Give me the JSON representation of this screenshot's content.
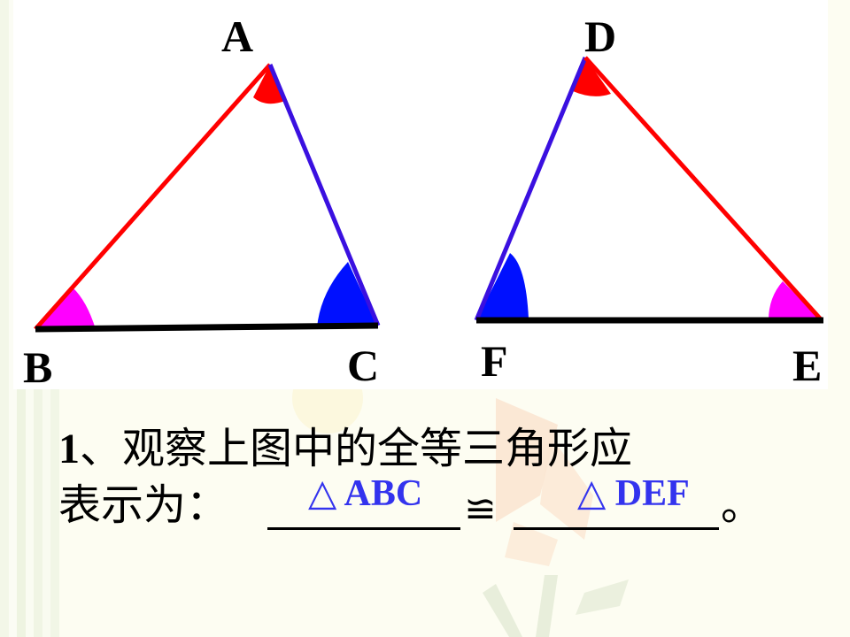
{
  "slide": {
    "background_color": "#fdfdf2",
    "figure": {
      "triangle_abc": {
        "vertices": {
          "A": "A",
          "B": "B",
          "C": "C"
        },
        "sides": {
          "AB_color": "#ff0000",
          "AC_color": "#3a10e0",
          "BC_color": "#000000"
        },
        "angle_colors": {
          "A": "#ff0000",
          "B": "#ff00ff",
          "C": "#0010ff"
        }
      },
      "triangle_def": {
        "vertices": {
          "D": "D",
          "E": "E",
          "F": "F"
        },
        "sides": {
          "DE_color": "#ff0000",
          "DF_color": "#3a10e0",
          "EF_color": "#000000"
        },
        "angle_colors": {
          "D": "#ff0000",
          "E": "#ff00ff",
          "F": "#0010ff"
        }
      }
    },
    "question": {
      "number": "1",
      "line1_text": "、观察上图中的全等三角形应",
      "line2_prefix": "表示为：",
      "answer1": "△ ABC",
      "congruent_symbol": "≌",
      "answer2": "△ DEF",
      "period": "。",
      "answer_color": "#3333ee"
    }
  }
}
